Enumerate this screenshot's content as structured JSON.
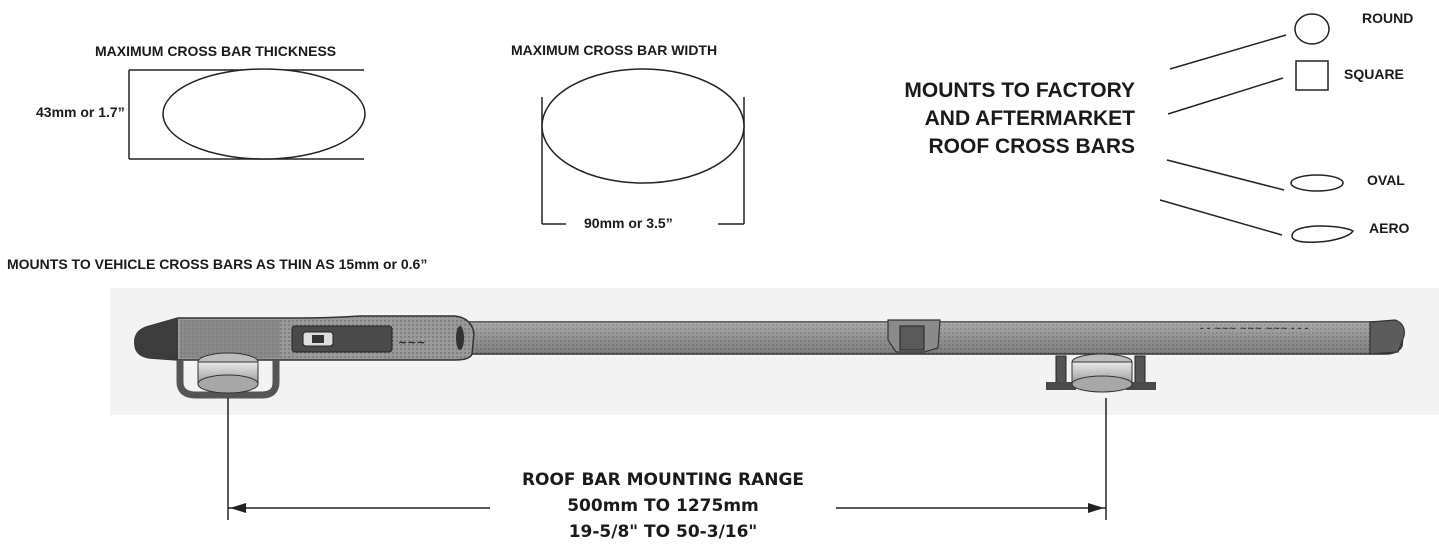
{
  "thickness": {
    "title": "MAXIMUM CROSS BAR THICKNESS",
    "value": "43mm or 1.7”"
  },
  "width": {
    "title": "MAXIMUM CROSS BAR WIDTH",
    "value": "90mm or 3.5”"
  },
  "factory_mount": {
    "lines": [
      "MOUNTS TO FACTORY",
      "AND AFTERMARKET",
      "ROOF CROSS BARS"
    ]
  },
  "shapes": [
    {
      "label": "ROUND",
      "icon": "round-crossbar-icon"
    },
    {
      "label": "SQUARE",
      "icon": "square-crossbar-icon"
    },
    {
      "label": "OVAL",
      "icon": "oval-crossbar-icon"
    },
    {
      "label": "AERO",
      "icon": "aero-crossbar-icon"
    }
  ],
  "thin_note": "MOUNTS TO VEHICLE CROSS BARS AS THIN AS 15mm or 0.6”",
  "range": {
    "title": "ROOF BAR MOUNTING RANGE",
    "metric": "500mm TO 1275mm",
    "imperial": "19-5/8\" TO 50-3/16\""
  },
  "colors": {
    "ink": "#1a1a1a",
    "bar_body": "#8f8f8f",
    "bar_dark": "#3c3c3c",
    "backdrop": "#f2f2f2"
  }
}
